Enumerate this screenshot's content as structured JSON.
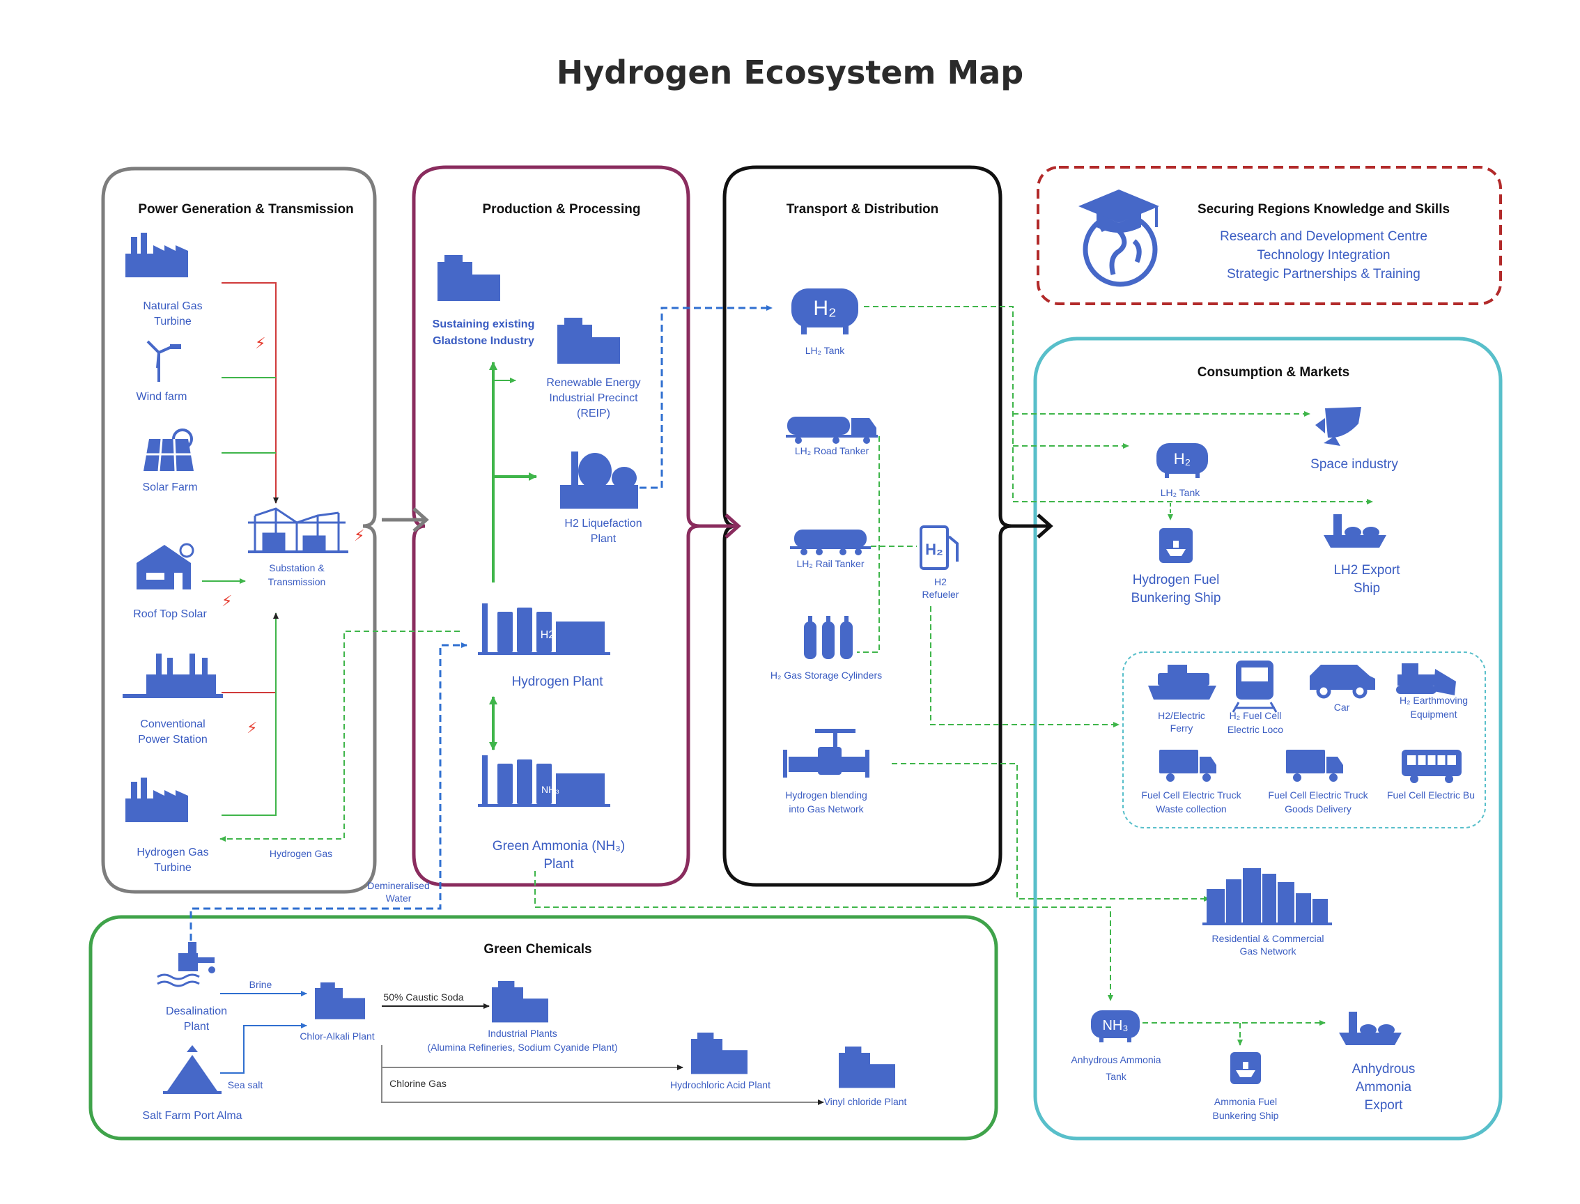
{
  "title": "Hydrogen Ecosystem Map",
  "sections": {
    "power": "Power Generation & Transmission",
    "production": "Production & Processing",
    "transport": "Transport & Distribution",
    "knowledge": "Securing Regions Knowledge and Skills",
    "consumption": "Consumption & Markets",
    "chemicals": "Green Chemicals"
  },
  "knowledge_items": [
    "Research and Development Centre",
    "Technology Integration",
    "Strategic Partnerships & Training"
  ],
  "power_nodes": {
    "natural_gas": [
      "Natural Gas",
      "Turbine"
    ],
    "wind": "Wind farm",
    "solar": "Solar Farm",
    "roof_solar": "Roof Top Solar",
    "substation": [
      "Substation &",
      "Transmission"
    ],
    "conventional": [
      "Conventional",
      "Power Station"
    ],
    "hydrogen_turbine": [
      "Hydrogen Gas",
      "Turbine"
    ],
    "hydrogen_gas": "Hydrogen Gas"
  },
  "production_nodes": {
    "sustaining": [
      "Sustaining existing",
      "Gladstone  Industry"
    ],
    "reip": [
      "Renewable Energy",
      "Industrial Precinct",
      "(REIP)"
    ],
    "liquefaction": [
      "H2 Liquefaction",
      "Plant"
    ],
    "hydrogen_plant": "Hydrogen Plant",
    "ammonia_plant": [
      "Green Ammonia (NH₃)",
      "Plant"
    ],
    "demin_water": [
      "Demineralised",
      "Water"
    ]
  },
  "transport_nodes": {
    "lh2_tank": "LH₂ Tank",
    "road_tanker": "LH₂ Road Tanker",
    "rail_tanker": "LH₂ Rail Tanker",
    "refueler": [
      "H2",
      "Refueler"
    ],
    "cylinders": "H₂ Gas Storage Cylinders",
    "blending": [
      "Hydrogen blending",
      "into Gas Network"
    ]
  },
  "consumption_nodes": {
    "space": "Space industry",
    "lh2_tank": "LH₂ Tank",
    "bunkering": [
      "Hydrogen Fuel",
      "Bunkering Ship"
    ],
    "export_ship": [
      "LH2 Export",
      "Ship"
    ],
    "ferry": [
      "H2/Electric",
      "Ferry"
    ],
    "loco": [
      "H₂  Fuel Cell",
      "Electric Loco"
    ],
    "car": "Car",
    "earthmoving": [
      "H₂ Earthmoving",
      "Equipment"
    ],
    "truck_waste": [
      "Fuel Cell Electric Truck",
      "Waste collection"
    ],
    "truck_goods": [
      "Fuel Cell Electric Truck",
      "Goods Delivery"
    ],
    "bus": "Fuel Cell Electric Bu",
    "residential": [
      "Residential & Commercial",
      "Gas Network"
    ],
    "nh3_tank": [
      "Anhydrous Ammonia",
      "Tank"
    ],
    "ammonia_bunkering": [
      "Ammonia Fuel",
      "Bunkering Ship"
    ],
    "ammonia_export": [
      "Anhydrous",
      "Ammonia",
      "Export"
    ]
  },
  "chemical_nodes": {
    "desalination": [
      "Desalination",
      "Plant"
    ],
    "brine": "Brine",
    "chlor_alkali": "Chlor-Alkali Plant",
    "caustic": "50% Caustic Soda",
    "industrial": [
      "Industrial Plants",
      "(Alumina Refineries, Sodium Cyanide Plant)"
    ],
    "salt_farm": "Salt Farm Port Alma",
    "sea_salt": "Sea salt",
    "chlorine": "Chlorine Gas",
    "hcl": "Hydrochloric Acid Plant",
    "vinyl": "Vinyl chloride Plant"
  },
  "icon_labels": {
    "h2": "H₂",
    "nh3": "NH₃",
    "h2_plain": "H2",
    "h2_tank": "H₂"
  },
  "colors": {
    "power_border": "#7d7d7d",
    "production_border": "#8a2c5e",
    "transport_border": "#111111",
    "knowledge_border": "#b22a2a",
    "consumption_border": "#58bfca",
    "chemicals_border": "#3fa34a",
    "icon_blue": "#4668c8",
    "flow_green": "#3fb54a",
    "flow_blue": "#2f6fd0",
    "flow_red": "#d03a3a"
  }
}
